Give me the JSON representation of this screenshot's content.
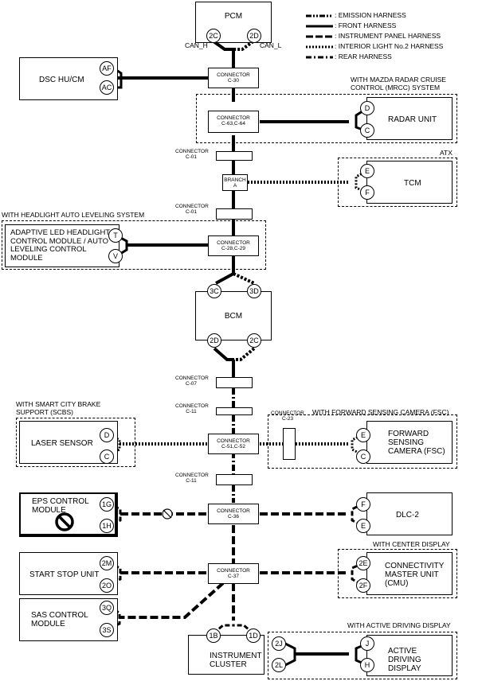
{
  "legend": [
    {
      "label": ": EMISSION HARNESS",
      "style": "dashdot"
    },
    {
      "label": ": FRONT HARNESS",
      "style": "solid"
    },
    {
      "label": ": INSTRUMENT PANEL HARNESS",
      "style": "longdash"
    },
    {
      "label": ": INTERIOR LIGHT No.2 HARNESS",
      "style": "dotted"
    },
    {
      "label": ": REAR HARNESS",
      "style": "dashdot2"
    }
  ],
  "pcm": {
    "title": "PCM",
    "pin_left": "2C",
    "pin_right": "2D",
    "can_h": "CAN_H",
    "can_l": "CAN_L"
  },
  "dsc": {
    "title": "DSC HU/CM",
    "pin_top": "AF",
    "pin_bottom": "AC"
  },
  "c30": {
    "line1": "CONNECTOR",
    "line2": "C-30"
  },
  "radar": {
    "note_line1": "WITH MAZDA RADAR CRUISE",
    "note_line2": "CONTROL (MRCC) SYSTEM",
    "title": "RADAR UNIT",
    "pin_top": "D",
    "pin_bottom": "C"
  },
  "c63": {
    "line1": "CONNECTOR",
    "line2": "C-63,C-64"
  },
  "c01a": {
    "line1": "CONNECTOR",
    "line2": "C-01"
  },
  "branch": {
    "line1": "BRANCH",
    "line2": "A"
  },
  "tcm": {
    "note": "ATX",
    "title": "TCM",
    "pin_top": "E",
    "pin_bottom": "F"
  },
  "c01b": {
    "line1": "CONNECTOR",
    "line2": "C-01"
  },
  "headlight": {
    "note": "WITH HEADLIGHT AUTO LEVELING SYSTEM",
    "line1": "ADAPTIVE LED HEADLIGHTS",
    "line2": "CONTROL MODULE / AUTO",
    "line3": "LEVELING CONTROL",
    "line4": "MODULE",
    "pin_top": "T",
    "pin_bottom": "V"
  },
  "c28": {
    "line1": "CONNECTOR",
    "line2": "C-28,C-29"
  },
  "bcm": {
    "title": "BCM",
    "pin_tl": "3C",
    "pin_tr": "3D",
    "pin_bl": "2D",
    "pin_br": "2C"
  },
  "c07": {
    "line1": "CONNECTOR",
    "line2": "C-07"
  },
  "c11a": {
    "line1": "CONNECTOR",
    "line2": "C-11"
  },
  "scbs": {
    "note_line1": "WITH SMART CITY BRAKE",
    "note_line2": "SUPPORT (SCBS)",
    "title": "LASER SENSOR",
    "pin_top": "D",
    "pin_bottom": "C"
  },
  "c51": {
    "line1": "CONNECTOR",
    "line2": "C-51,C-52"
  },
  "c23": {
    "line1": "CONNECTOR",
    "line2": "C-23"
  },
  "fsc": {
    "note": "WITH FORWARD SENSING CAMERA (FSC)",
    "line1": "FORWARD",
    "line2": "SENSING",
    "line3": "CAMERA (FSC)",
    "pin_top": "E",
    "pin_bottom": "C"
  },
  "c11b": {
    "line1": "CONNECTOR",
    "line2": "C-11"
  },
  "eps": {
    "line1": "EPS CONTROL",
    "line2": "MODULE",
    "pin_top": "1G",
    "pin_bottom": "1H"
  },
  "c36": {
    "line1": "CONNECTOR",
    "line2": "C-36"
  },
  "dlc": {
    "title": "DLC-2",
    "pin_top": "F",
    "pin_bottom": "E"
  },
  "cmu": {
    "note": "WITH CENTER DISPLAY",
    "line1": "CONNECTIVITY",
    "line2": "MASTER UNIT",
    "line3": "(CMU)",
    "pin_top": "2E",
    "pin_bottom": "2F"
  },
  "start": {
    "title": "START STOP UNIT",
    "pin_top": "2M",
    "pin_bottom": "2O"
  },
  "c37": {
    "line1": "CONNECTOR",
    "line2": "C-37"
  },
  "sas": {
    "line1": "SAS CONTROL",
    "line2": "MODULE",
    "pin_top": "3Q",
    "pin_bottom": "3S"
  },
  "cluster": {
    "line1": "INSTRUMENT",
    "line2": "CLUSTER",
    "pin_left": "1B",
    "pin_right": "1D"
  },
  "add": {
    "note": "WITH ACTIVE DRIVING DISPLAY",
    "line1": "ACTIVE DRIVING",
    "line2": "DISPLAY",
    "pin_l_top": "2J",
    "pin_l_bottom": "2L",
    "pin_r_top": "J",
    "pin_r_bottom": "H"
  }
}
